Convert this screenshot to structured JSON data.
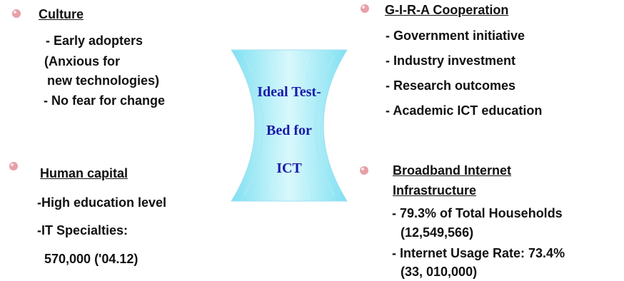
{
  "center": {
    "lines": [
      "Ideal Test-",
      "Bed for",
      "ICT"
    ]
  },
  "culture": {
    "title": "Culture",
    "lines": [
      "- Early adopters",
      "(Anxious for",
      "new technologies)",
      "- No fear for change"
    ]
  },
  "human_capital": {
    "title": "Human capital",
    "lines": [
      "-High education level",
      "-IT Specialties:",
      "570,000 ('04.12)"
    ]
  },
  "cooperation": {
    "title": "G-I-R-A Cooperation",
    "lines": [
      "- Government initiative",
      "- Industry investment",
      "- Research outcomes",
      "- Academic ICT education"
    ]
  },
  "broadband": {
    "title_line1": "Broadband Internet",
    "title_line2": "Infrastructure",
    "lines": [
      "- 79.3% of Total Households",
      "(12,549,566)",
      "- Internet Usage Rate: 73.4%",
      "(33, 010,000)"
    ]
  },
  "colors": {
    "bullet": "#e8a0a8",
    "shape": "#b8f0f8",
    "center_text": "#1a1aa8"
  },
  "icons": {
    "bullet": "bullet-icon"
  }
}
